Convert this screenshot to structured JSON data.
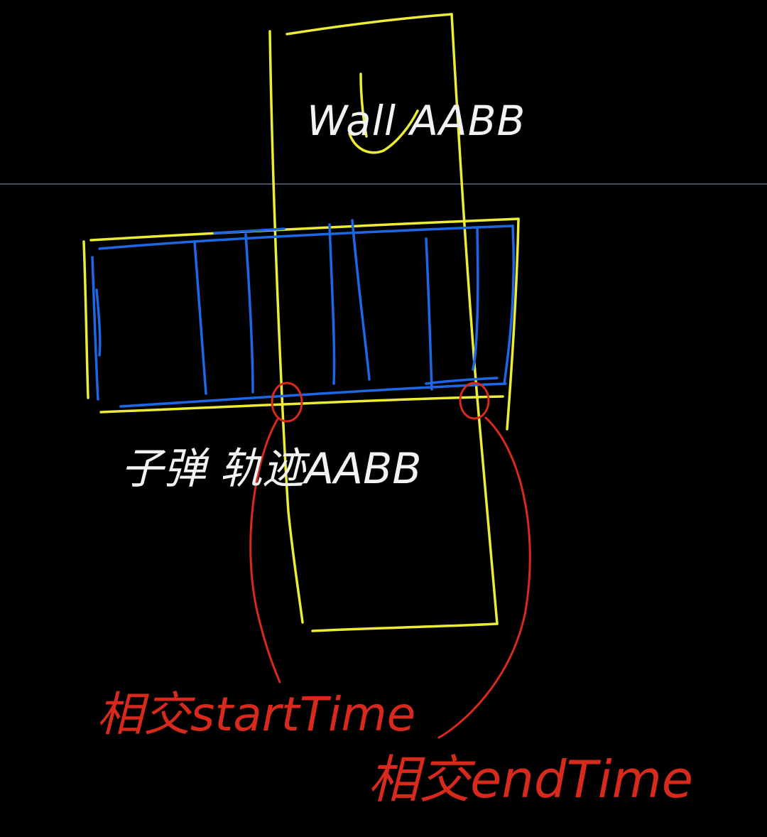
{
  "colors": {
    "background": "#000000",
    "guide_line": "#5a6a82",
    "wall_box": "#ecec36",
    "sub_box": "#1c67e6",
    "annotation": "#d8291d",
    "label": "#f2f2f2"
  },
  "labels": {
    "wall_aabb": "Wall AABB",
    "sub_bullet_aabb": "子弹 轨迹AABB",
    "start_time": "相交startTime",
    "end_time": "相交endTime"
  },
  "diagram": {
    "description_free": true,
    "sub_box_count": 5,
    "intersection_markers": 2
  }
}
